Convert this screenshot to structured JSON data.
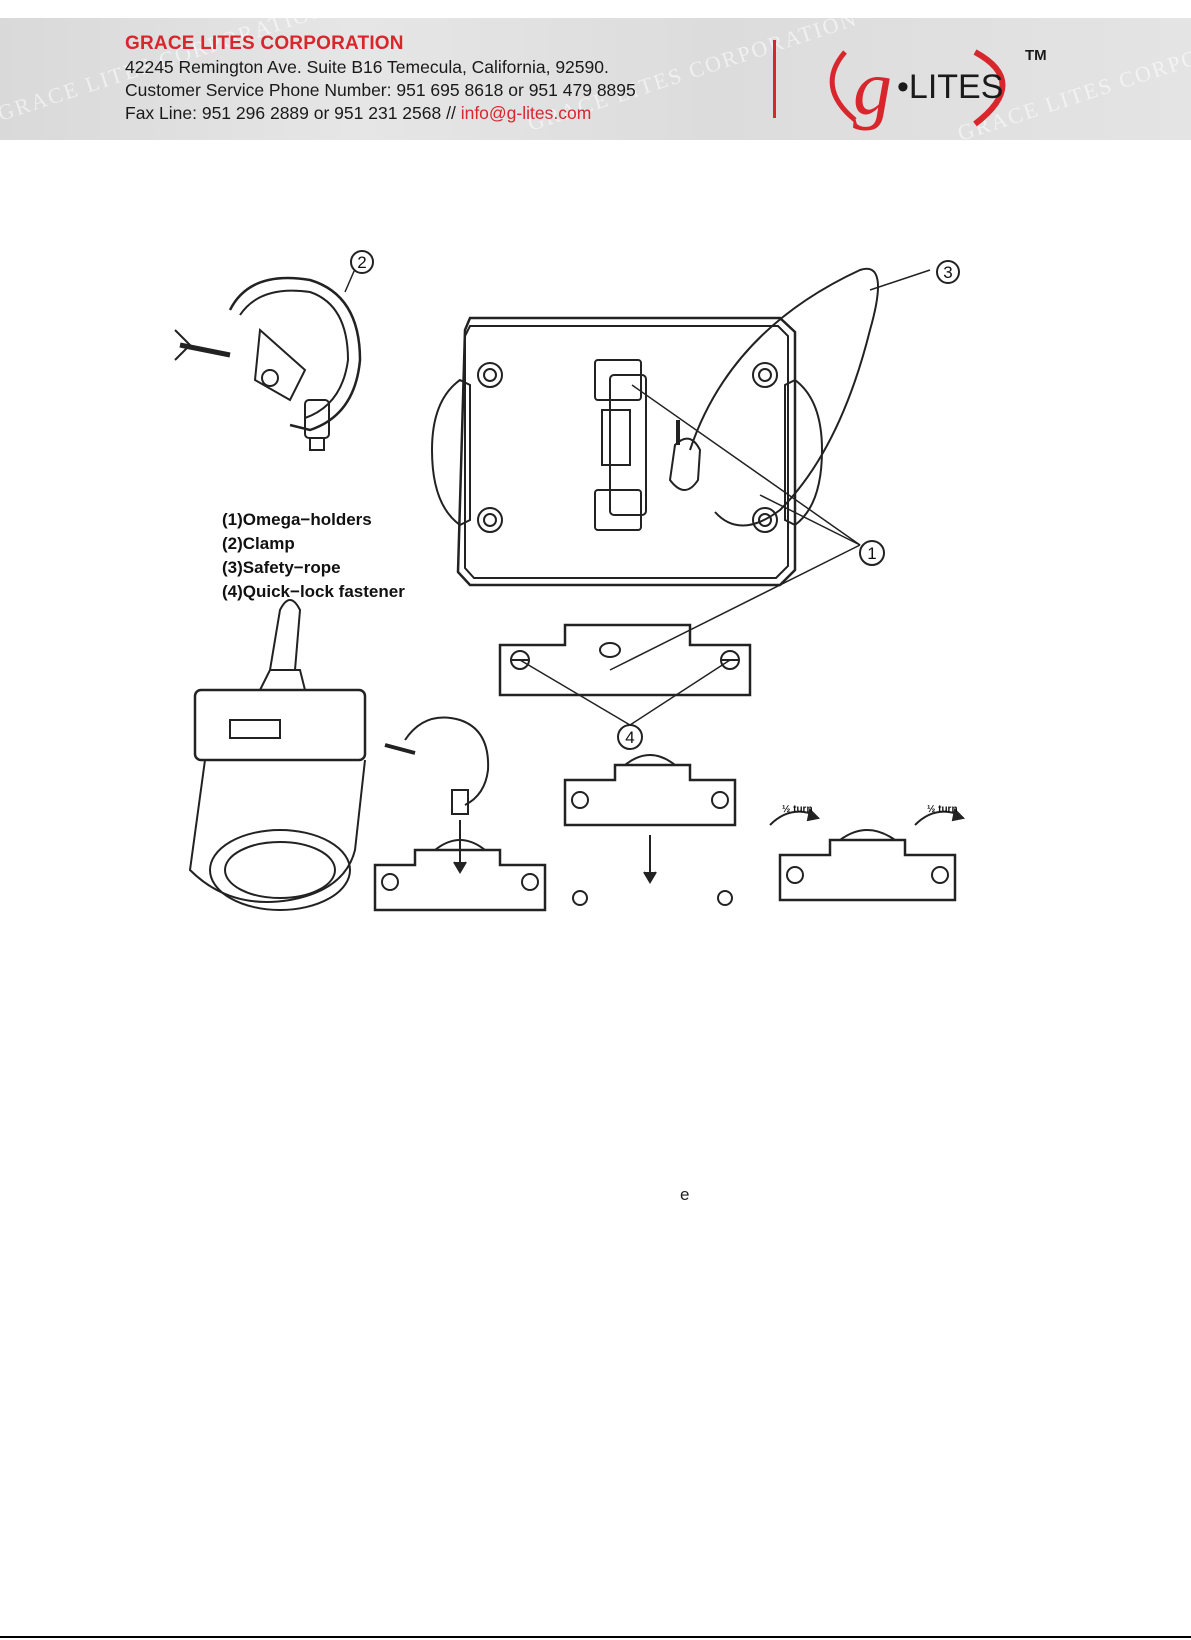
{
  "header": {
    "company_name": "GRACE LITES CORPORATION",
    "address": "42245 Remington Ave. Suite B16 Temecula, California, 92590.",
    "phone": "Customer Service Phone Number: 951 695 8618 or 951 479 8895",
    "fax": "Fax Line: 951 296 2889 or 951 231 2568  //",
    "email": "info@g-lites.com",
    "watermark": "GRACE LITES CORPORATION",
    "logo": {
      "mark": "g",
      "text": "•LITES",
      "tm": "TM",
      "brand_color": "#d9262c"
    }
  },
  "figure": {
    "callouts": [
      "1",
      "2",
      "3",
      "4"
    ],
    "legend": [
      "(1)Omega−holders",
      "(2)Clamp",
      "(3)Safety−rope",
      "(4)Quick−lock fastener"
    ],
    "turn_label": "½ turn"
  },
  "stray_text": "e"
}
